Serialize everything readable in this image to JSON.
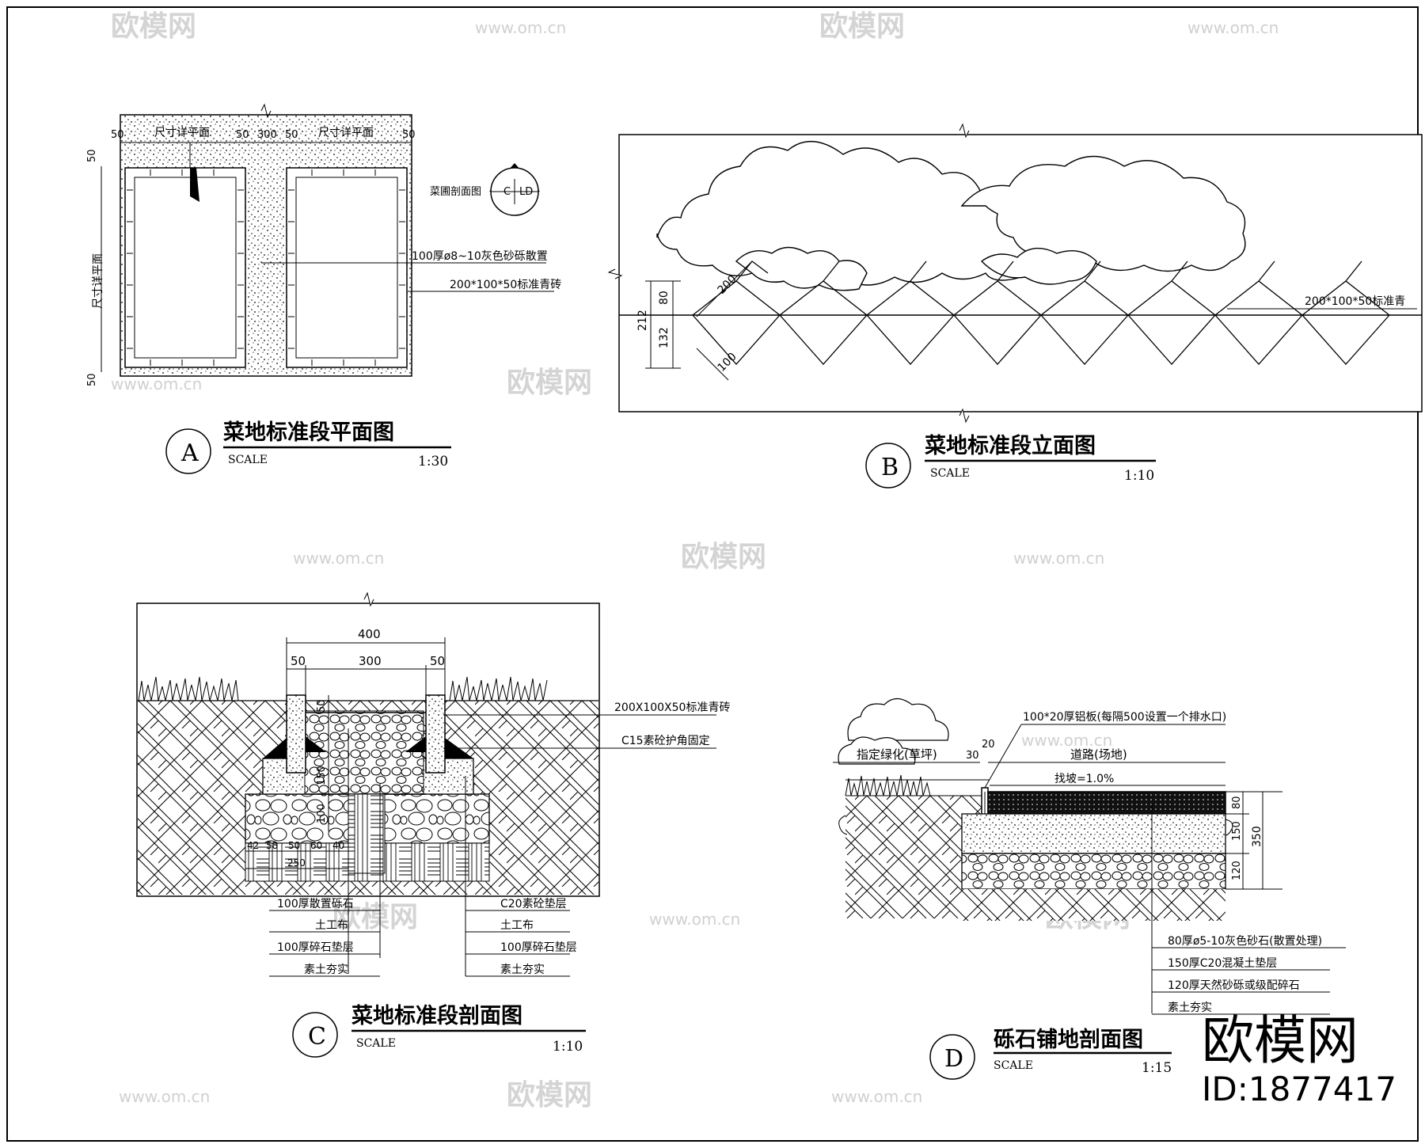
{
  "watermark": {
    "brand": "欧模网",
    "site": "www.om.cn",
    "corner_brand": "欧模网",
    "corner_id": "ID:1877417"
  },
  "panel_a": {
    "title": "菜地标准段平面图",
    "letter": "A",
    "scale_label": "SCALE",
    "scale": "1:30",
    "dims": {
      "d50": "50",
      "d300": "300",
      "plan_ref": "尺寸详平面"
    },
    "section_mark": {
      "c": "C",
      "ld": "LD",
      "label": "菜圃剖面图"
    },
    "callouts": [
      "100厚ø8~10灰色砂砾散置",
      "200*100*50标准青砖"
    ]
  },
  "panel_b": {
    "title": "菜地标准段立面图",
    "letter": "B",
    "scale_label": "SCALE",
    "scale": "1:10",
    "dims": {
      "d200": "200",
      "d80": "80",
      "d212": "212",
      "d132": "132",
      "d100": "100"
    },
    "callout": "200*100*50标准青"
  },
  "panel_c": {
    "title": "菜地标准段剖面图",
    "letter": "C",
    "scale_label": "SCALE",
    "scale": "1:10",
    "dims": {
      "d400": "400",
      "d50": "50",
      "d300": "300",
      "d100": "100",
      "d150": "150",
      "d42": "42",
      "d58": "58",
      "d60": "60",
      "d40": "40",
      "d250": "250"
    },
    "callouts_right_top": [
      "200X100X50标准青砖",
      "C15素砼护角固定"
    ],
    "callouts_left": [
      "100厚散置砾石",
      "土工布",
      "100厚碎石垫层",
      "素土夯实"
    ],
    "callouts_right": [
      "C20素砼垫层",
      "土工布",
      "100厚碎石垫层",
      "素土夯实"
    ]
  },
  "panel_d": {
    "title": "砾石铺地剖面图",
    "letter": "D",
    "scale_label": "SCALE",
    "scale": "1:15",
    "top_label": "100*20厚铝板(每隔500设置一个排水口)",
    "left_label": "指定绿化(草坪)",
    "right_label": "道路(场地)",
    "slope": "找坡=1.0%",
    "dims": {
      "d30": "30",
      "d20": "20",
      "d80": "80",
      "d150": "150",
      "d120": "120",
      "d350": "350"
    },
    "callouts": [
      "80厚ø5-10灰色砂石(散置处理)",
      "150厚C20混凝土垫层",
      "120厚天然砂砾或级配碎石",
      "素土夯实"
    ]
  }
}
